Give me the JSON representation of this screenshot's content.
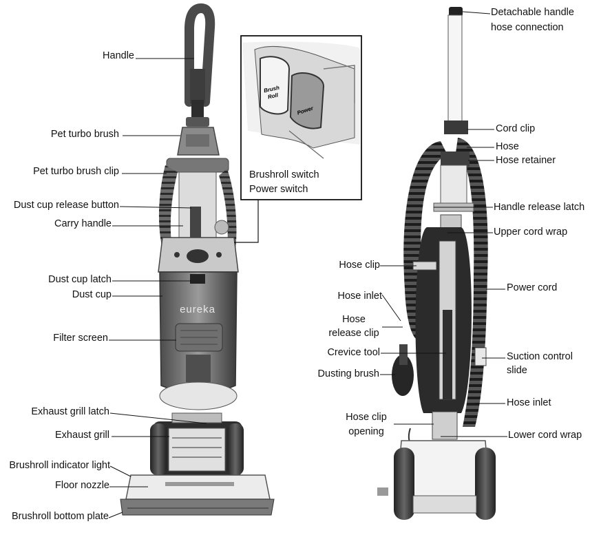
{
  "brand": "eureka",
  "inset": {
    "brush_roll_label_1": "Brush",
    "brush_roll_label_2": "Roll",
    "power_label": "Power",
    "caption_1": "Brushroll switch",
    "caption_2": "Power switch"
  },
  "front_labels": {
    "handle": "Handle",
    "pet_turbo_brush": "Pet turbo brush",
    "pet_turbo_brush_clip": "Pet turbo brush clip",
    "dust_cup_release_button": "Dust cup release button",
    "carry_handle": "Carry handle",
    "dust_cup_latch": "Dust cup latch",
    "dust_cup": "Dust cup",
    "filter_screen": "Filter screen",
    "exhaust_grill_latch": "Exhaust grill latch",
    "exhaust_grill": "Exhaust grill",
    "brushroll_indicator_light": "Brushroll indicator light",
    "floor_nozzle": "Floor nozzle",
    "brushroll_bottom_plate": "Brushroll bottom plate"
  },
  "back_labels": {
    "detachable_handle_1": "Detachable handle",
    "detachable_handle_2": "hose connection",
    "cord_clip": "Cord clip",
    "hose": "Hose",
    "hose_retainer": "Hose retainer",
    "handle_release_latch": "Handle release latch",
    "upper_cord_wrap": "Upper cord wrap",
    "hose_clip": "Hose clip",
    "power_cord": "Power cord",
    "hose_inlet_upper": "Hose inlet",
    "hose_release_clip_1": "Hose",
    "hose_release_clip_2": "release clip",
    "crevice_tool": "Crevice tool",
    "suction_control_1": "Suction control",
    "suction_control_2": "slide",
    "dusting_brush": "Dusting brush",
    "hose_inlet_lower": "Hose inlet",
    "hose_clip_opening_1": "Hose clip",
    "hose_clip_opening_2": "opening",
    "lower_cord_wrap": "Lower cord wrap"
  }
}
